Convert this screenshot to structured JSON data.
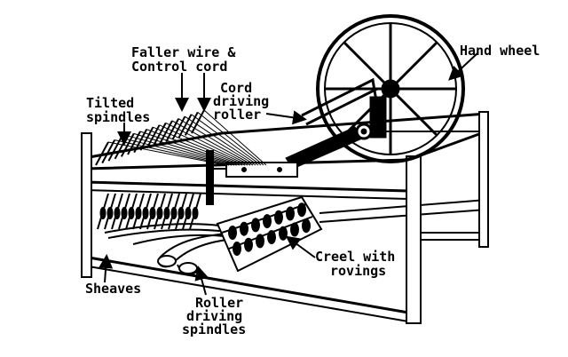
{
  "colors": {
    "ink": "#000000",
    "paper": "#ffffff"
  },
  "labels": {
    "hand_wheel": "Hand wheel",
    "faller_line1": "Faller wire &",
    "faller_line2": "Control cord",
    "tilted_line1": "Tilted",
    "tilted_line2": "spindles",
    "cord_line1": "Cord",
    "cord_line2": "driving",
    "cord_line3": "roller",
    "creel_line1": "Creel with",
    "creel_line2": "rovings",
    "sheaves": "Sheaves",
    "roller_line1": "Roller",
    "roller_line2": "driving",
    "roller_line3": "spindles"
  }
}
